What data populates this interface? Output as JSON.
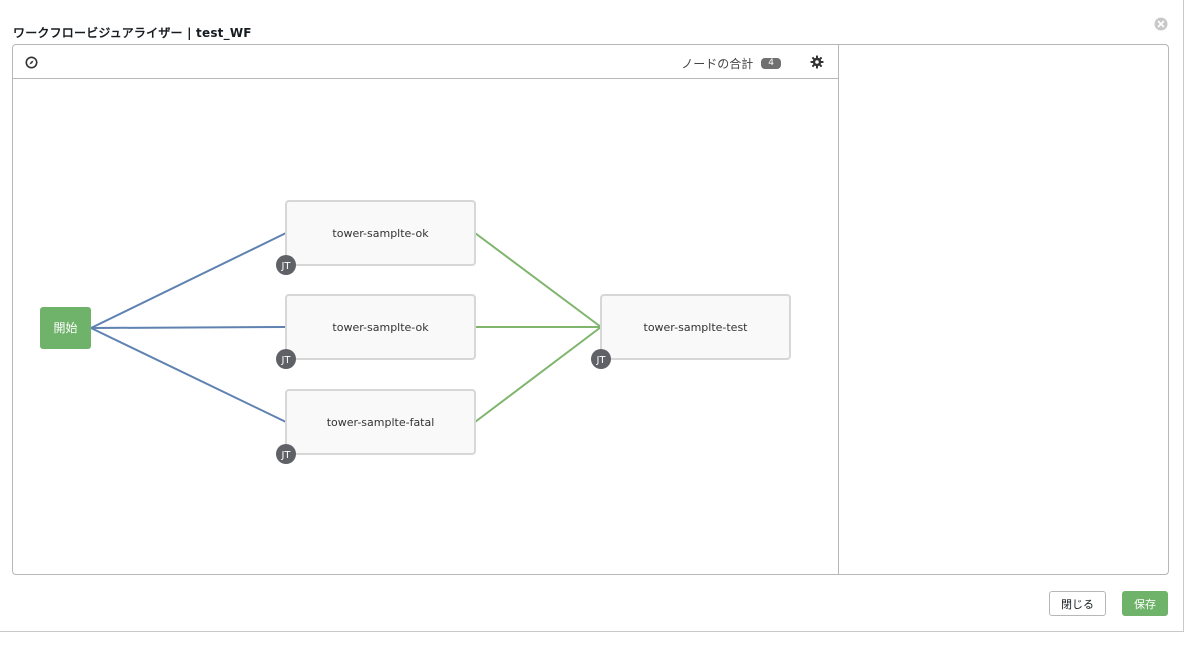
{
  "modal": {
    "title": "ワークフロービジュアライザー | test_WF"
  },
  "toolbar": {
    "node_total_label": "ノードの合計",
    "node_count": "4"
  },
  "graph": {
    "start_label": "開始",
    "jt_badge": "JT",
    "nodes": [
      {
        "name": "tower-samplte-ok"
      },
      {
        "name": "tower-samplte-ok"
      },
      {
        "name": "tower-samplte-fatal"
      },
      {
        "name": "tower-samplte-test"
      }
    ],
    "colors": {
      "start_fill": "#6fb26a",
      "link_start": "#5f82b0",
      "link_success": "#7fb56d",
      "node_border": "#d7d7d7",
      "node_fill": "#f9f9f9",
      "badge_fill": "#5f6166"
    }
  },
  "footer": {
    "close_label": "閉じる",
    "save_label": "保存"
  }
}
